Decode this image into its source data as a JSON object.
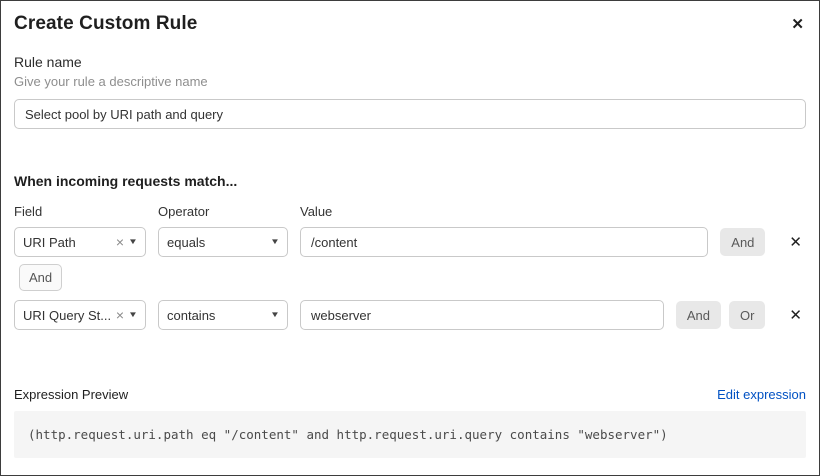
{
  "dialog": {
    "title": "Create Custom Rule"
  },
  "icons": {
    "close": "✕",
    "remove": "✕",
    "clear": "×",
    "chevron": "▼"
  },
  "rule_name": {
    "label": "Rule name",
    "hint": "Give your rule a descriptive name",
    "value": "Select pool by URI path and query"
  },
  "matcher": {
    "heading": "When incoming requests match...",
    "columns": {
      "field": "Field",
      "operator": "Operator",
      "value": "Value"
    },
    "connector": "And",
    "rows": [
      {
        "field": "URI Path",
        "operator": "equals",
        "value": "/content",
        "and_label": "And"
      },
      {
        "field": "URI Query St...",
        "operator": "contains",
        "value": "webserver",
        "and_label": "And",
        "or_label": "Or"
      }
    ]
  },
  "expression": {
    "label": "Expression Preview",
    "edit_link": "Edit expression",
    "code": "(http.request.uri.path eq \"/content\" and http.request.uri.query contains \"webserver\")"
  },
  "colors": {
    "link": "#0051c3",
    "button_bg": "#e8e8e8",
    "code_bg": "#f5f5f5"
  }
}
